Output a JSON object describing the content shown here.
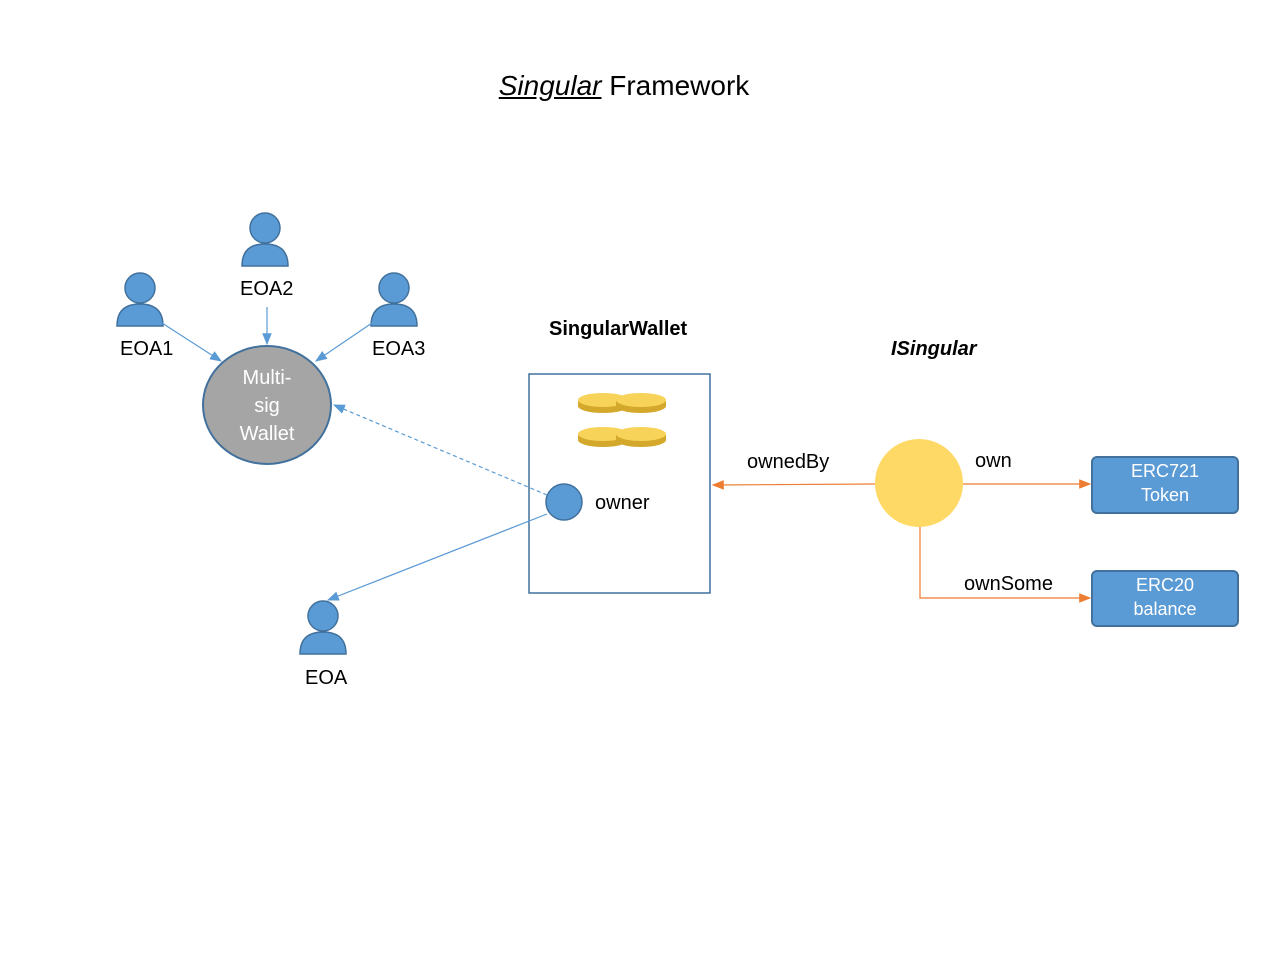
{
  "title": {
    "italic_part": "Singular",
    "rest": " Framework"
  },
  "eoa_labels": {
    "eoa1": "EOA1",
    "eoa2": "EOA2",
    "eoa3": "EOA3",
    "eoa": "EOA"
  },
  "multisig": {
    "line1": "Multi-",
    "line2": "sig",
    "line3": "Wallet"
  },
  "singular_wallet": {
    "heading": "SingularWallet",
    "owner_label": "owner"
  },
  "isingular": {
    "heading": "ISingular"
  },
  "edges": {
    "owned_by": "ownedBy",
    "own": "own",
    "own_some": "ownSome"
  },
  "targets": {
    "erc721": {
      "line1": "ERC721",
      "line2": "Token"
    },
    "erc20": {
      "line1": "ERC20",
      "line2": "balance"
    }
  },
  "colors": {
    "person_blue": "#5b9bd5",
    "person_outline": "#41719c",
    "multisig_gray": "#a5a5a5",
    "orange_arrow": "#ed7d31",
    "isingular_yellow": "#ffd966",
    "coin_gold": "#f2c744"
  },
  "icons": [
    "person-icon",
    "coin-stack-icon"
  ]
}
